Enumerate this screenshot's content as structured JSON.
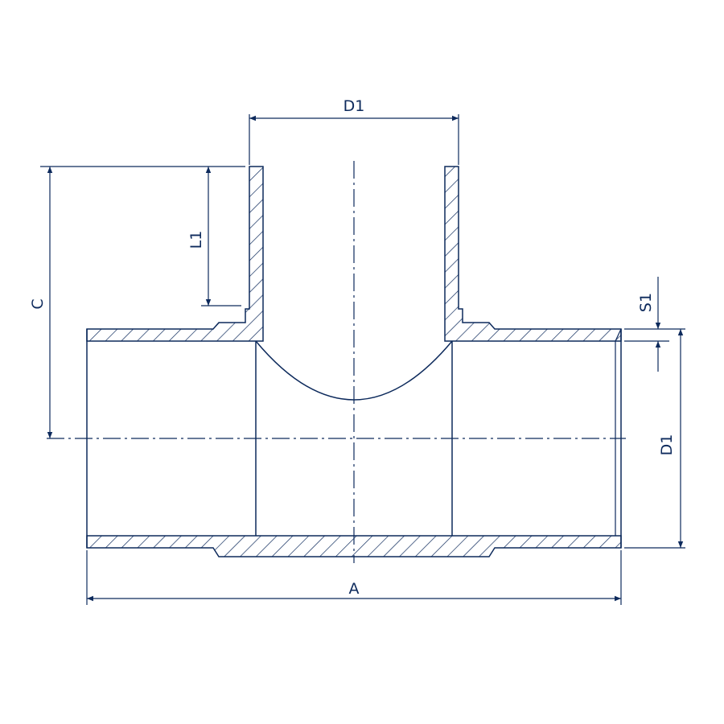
{
  "colors": {
    "line": "#0d2a5c",
    "background": "#ffffff"
  },
  "dimensions": {
    "top_width": "D1",
    "height": "C",
    "socket_depth": "L1",
    "wall_thickness": "S1",
    "side_diameter": "D1",
    "overall_length": "A"
  }
}
